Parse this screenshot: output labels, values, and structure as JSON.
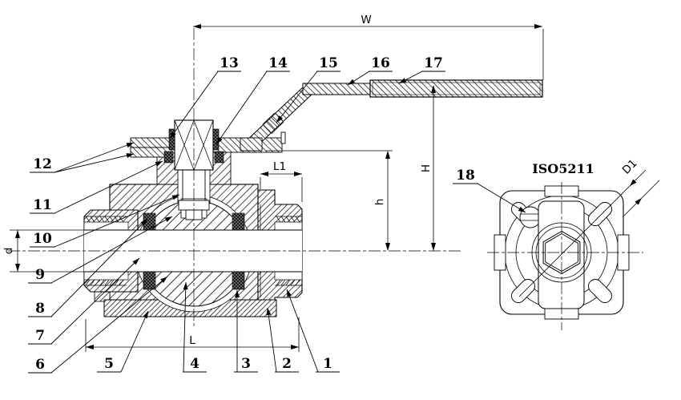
{
  "page": {
    "background": "#ffffff",
    "line_color": "#000000"
  },
  "drawing": {
    "iso_label": "ISO5211",
    "dimensions": {
      "w": "W",
      "h_total": "H",
      "h_pad": "h",
      "l1": "L1",
      "l": "L",
      "d": "d",
      "d1": "D1"
    },
    "callouts": [
      {
        "id": "1"
      },
      {
        "id": "2"
      },
      {
        "id": "3"
      },
      {
        "id": "4"
      },
      {
        "id": "5"
      },
      {
        "id": "6"
      },
      {
        "id": "7"
      },
      {
        "id": "8"
      },
      {
        "id": "9"
      },
      {
        "id": "10"
      },
      {
        "id": "11"
      },
      {
        "id": "12"
      },
      {
        "id": "13"
      },
      {
        "id": "14"
      },
      {
        "id": "15"
      },
      {
        "id": "16"
      },
      {
        "id": "17"
      },
      {
        "id": "18"
      }
    ]
  }
}
